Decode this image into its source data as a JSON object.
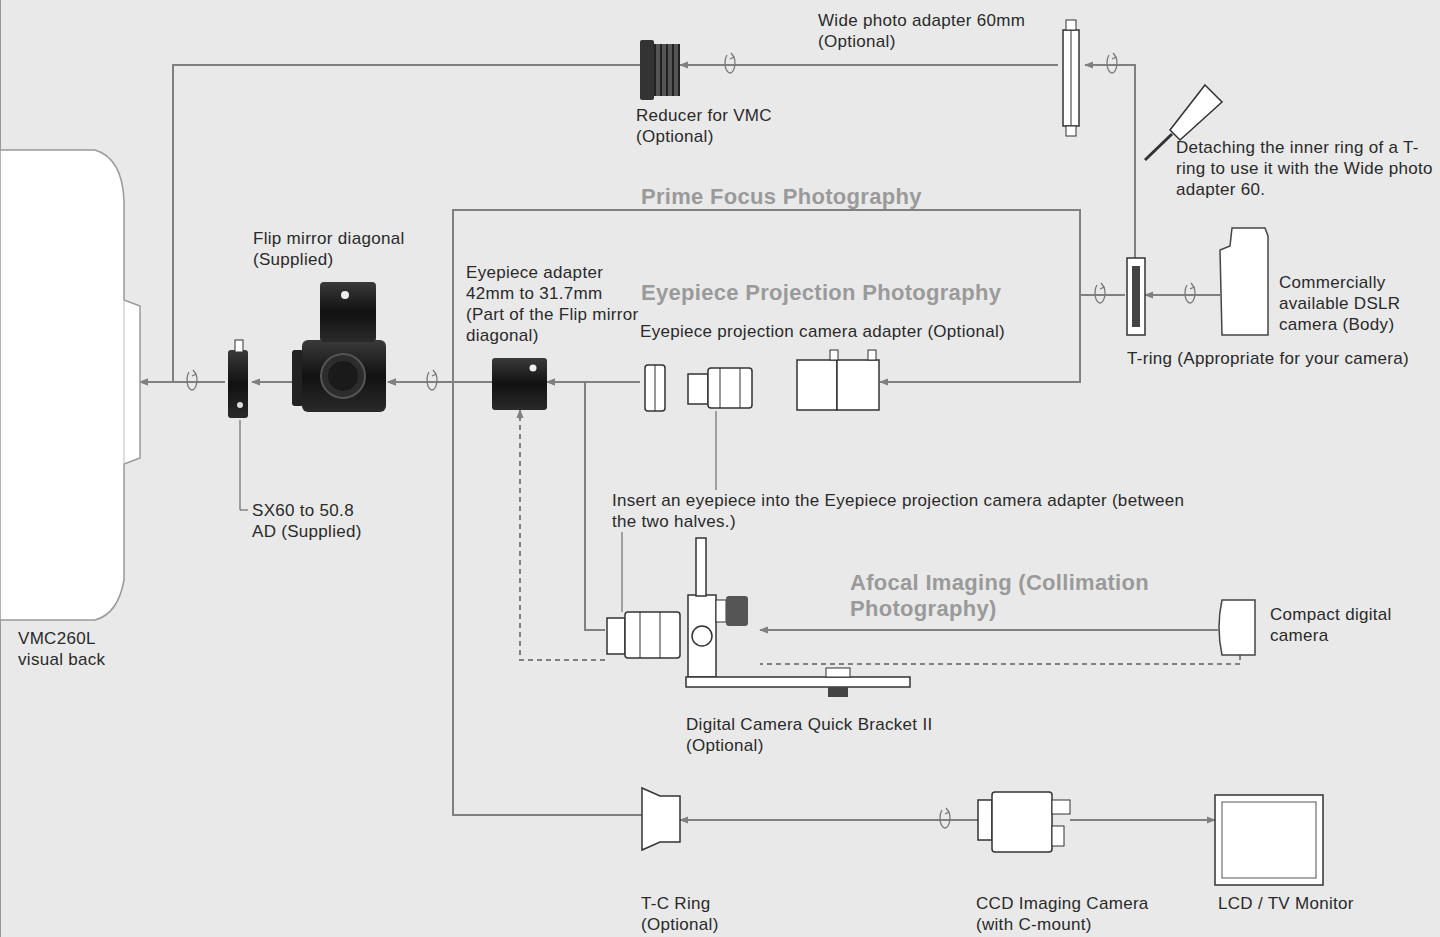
{
  "diagram": {
    "nodes": [
      {
        "text": [
          "VMC260L visual back"
        ]
      },
      {
        "text": [
          "SX60 to 50.8 AD (Supplied)"
        ]
      },
      {
        "text": [
          "Flip mirror diagonal (Supplied)"
        ]
      },
      {
        "text": [
          "Eyepiece adapter 42mm to 31.7mm (Part of the Flip mirror diagonal)"
        ]
      },
      {
        "text": [
          "Reducer for VMC (Optional)"
        ]
      },
      {
        "text": [
          "Wide photo adapter 60mm (Optional)"
        ]
      },
      {
        "text": [
          "T-ring (Appropriate for your camera)"
        ]
      },
      {
        "text": [
          "Commercially available DSLR camera (Body)"
        ]
      },
      {
        "text": [
          "Eyepiece projection camera adapter (Optional)"
        ]
      },
      {
        "text": [
          "Digital Camera Quick Bracket II (Optional)"
        ]
      },
      {
        "text": [
          "Compact digital camera"
        ]
      },
      {
        "text": [
          "T-C Ring (Optional)"
        ]
      },
      {
        "text": [
          "CCD Imaging Camera (with C-mount)"
        ]
      },
      {
        "text": [
          "LCD / TV Monitor"
        ]
      }
    ],
    "edges": [
      {
        "from": 1,
        "to": 0,
        "arrow": "to"
      },
      {
        "from": 2,
        "to": 1,
        "arrow": "to"
      },
      {
        "from": 3,
        "to": 2,
        "arrow": "to"
      },
      {
        "from": 4,
        "to": 0,
        "arrow": "to"
      },
      {
        "from": 5,
        "to": 4,
        "arrow": "to"
      },
      {
        "from": 6,
        "to": 5,
        "arrow": "to"
      },
      {
        "from": 7,
        "to": 6,
        "arrow": "to"
      },
      {
        "from": 6,
        "to": 2,
        "arrow": "to"
      },
      {
        "from": 11,
        "to": 2,
        "arrow": "to"
      },
      {
        "from": 6,
        "to": 8,
        "arrow": "to"
      },
      {
        "from": 8,
        "to": 3,
        "arrow": "to"
      },
      {
        "from": 9,
        "to": 3,
        "arrow": "to"
      },
      {
        "from": 9,
        "to": 3,
        "arrow": "to"
      },
      {
        "from": 10,
        "to": 9,
        "arrow": "to"
      },
      {
        "from": 10,
        "to": 9,
        "arrow": "none"
      },
      {
        "from": 12,
        "to": 11,
        "arrow": "to"
      },
      {
        "from": 12,
        "to": 13,
        "arrow": "to"
      }
    ],
    "labels": [
      "Prime Focus Photography",
      "Eyepiece Projection Photography",
      "Afocal Imaging (Collimation Photography)",
      "Insert an eyepiece into the Eyepiece projection camera adapter (between the two halves.)",
      "Detaching the inner ring of a T-ring to use it with the Wide photo adapter 60."
    ]
  }
}
